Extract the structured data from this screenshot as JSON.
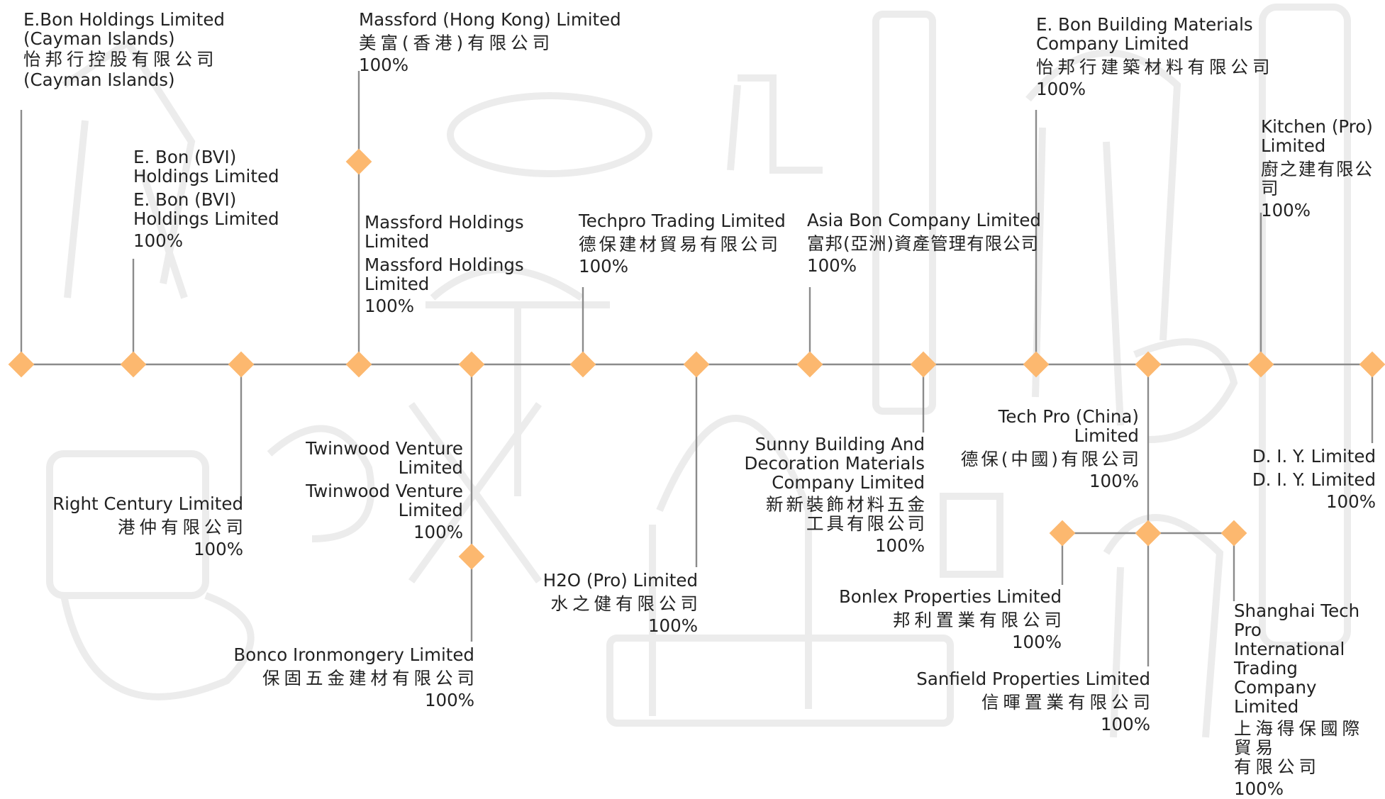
{
  "colors": {
    "connector": "#8b8b8b",
    "diamond": "#fcb86f",
    "background_art": "#ededed"
  },
  "nodes": [
    {
      "id": "ebon-holdings",
      "en": "E.Bon Holdings Limited\n(Cayman Islands)",
      "cn": "怡邦行控股有限公司",
      "extra": "(Cayman Islands)",
      "pct": ""
    },
    {
      "id": "massford-hk",
      "en": "Massford (Hong Kong) Limited",
      "cn": "美富(香港)有限公司",
      "pct": "100%"
    },
    {
      "id": "ebon-building",
      "en": "E. Bon Building Materials\nCompany Limited",
      "cn": "怡邦行建築材料有限公司",
      "pct": "100%"
    },
    {
      "id": "ebon-bvi",
      "en": "E. Bon (BVI)\nHoldings Limited",
      "cn": "E. Bon (BVI)\nHoldings Limited",
      "pct": "100%"
    },
    {
      "id": "kitchen-pro",
      "en": "Kitchen (Pro)\nLimited",
      "cn": "廚之建有限公司",
      "pct": "100%"
    },
    {
      "id": "massford-holdings",
      "en": "Massford Holdings\nLimited",
      "cn": "Massford Holdings\nLimited",
      "pct": "100%"
    },
    {
      "id": "techpro-trading",
      "en": "Techpro Trading Limited",
      "cn": "德保建材貿易有限公司",
      "pct": "100%"
    },
    {
      "id": "asia-bon",
      "en": "Asia Bon Company Limited",
      "cn": "富邦(亞洲)資產管理有限公司",
      "pct": "100%"
    },
    {
      "id": "tech-pro-china",
      "en": "Tech Pro (China)\nLimited",
      "cn": "德保(中國)有限公司",
      "pct": "100%"
    },
    {
      "id": "twinwood",
      "en": "Twinwood Venture\nLimited",
      "cn": "Twinwood Venture\nLimited",
      "pct": "100%"
    },
    {
      "id": "sunny-building",
      "en": "Sunny Building And\nDecoration Materials\nCompany Limited",
      "cn": "新新裝飾材料五金\n工具有限公司",
      "pct": "100%"
    },
    {
      "id": "diy",
      "en": "D. I. Y. Limited",
      "cn": "D. I. Y. Limited",
      "pct": "100%"
    },
    {
      "id": "right-century",
      "en": "Right Century Limited",
      "cn": "港仲有限公司",
      "pct": "100%"
    },
    {
      "id": "h2o-pro",
      "en": "H2O (Pro) Limited",
      "cn": "水之健有限公司",
      "pct": "100%"
    },
    {
      "id": "bonlex",
      "en": "Bonlex Properties Limited",
      "cn": "邦利置業有限公司",
      "pct": "100%"
    },
    {
      "id": "shanghai-techpro",
      "en": "Shanghai Tech Pro\nInternational\nTrading Company\nLimited",
      "cn": "上海得保國際貿易\n有限公司",
      "pct": "100%"
    },
    {
      "id": "bonco",
      "en": "Bonco Ironmongery Limited",
      "cn": "保固五金建材有限公司",
      "pct": "100%"
    },
    {
      "id": "sanfield",
      "en": "Sanfield Properties Limited",
      "cn": "信暉置業有限公司",
      "pct": "100%"
    }
  ]
}
